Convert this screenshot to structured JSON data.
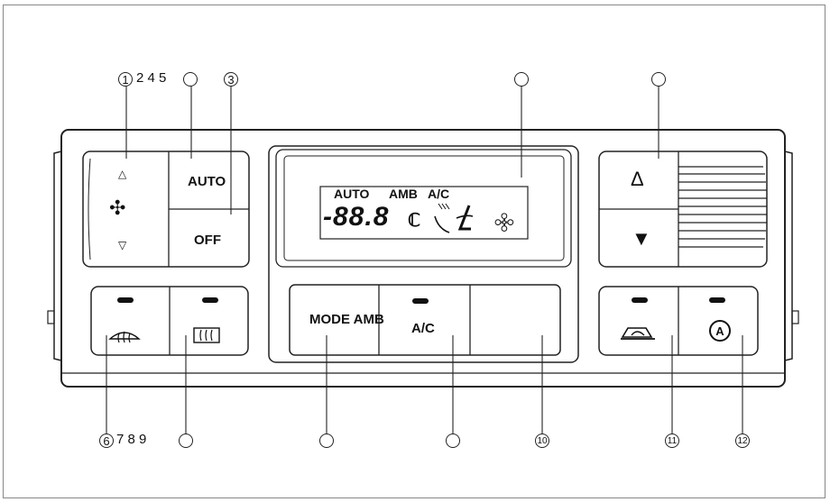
{
  "panel": {
    "left_cluster": {
      "fan_icon": "fan-icon",
      "up_icon": "triangle-up-icon",
      "down_icon": "triangle-down-icon",
      "auto_label": "AUTO",
      "off_label": "OFF"
    },
    "lcd": {
      "auto": "AUTO",
      "amb": "AMB",
      "ac": "A/C",
      "temp": "-88.8",
      "unit": "ℂ"
    },
    "center_buttons": {
      "mode_amb_label": "MODE AMB",
      "ac_label": "A/C"
    },
    "right_cluster": {
      "up_arrow": "Δ",
      "down_arrow": "▼",
      "a_label": "A"
    },
    "rear_buttons": {
      "front_defrost_icon": "front-defrost-icon",
      "rear_defrost_icon": "rear-defrost-icon"
    }
  },
  "callouts": {
    "top_left_1": "1",
    "top_left_seq": "2 4 5",
    "top_3": "3",
    "bottom_6": "6",
    "bottom_seq": "7 8 9",
    "bottom_10": "10",
    "bottom_11": "11",
    "bottom_12": "12"
  }
}
